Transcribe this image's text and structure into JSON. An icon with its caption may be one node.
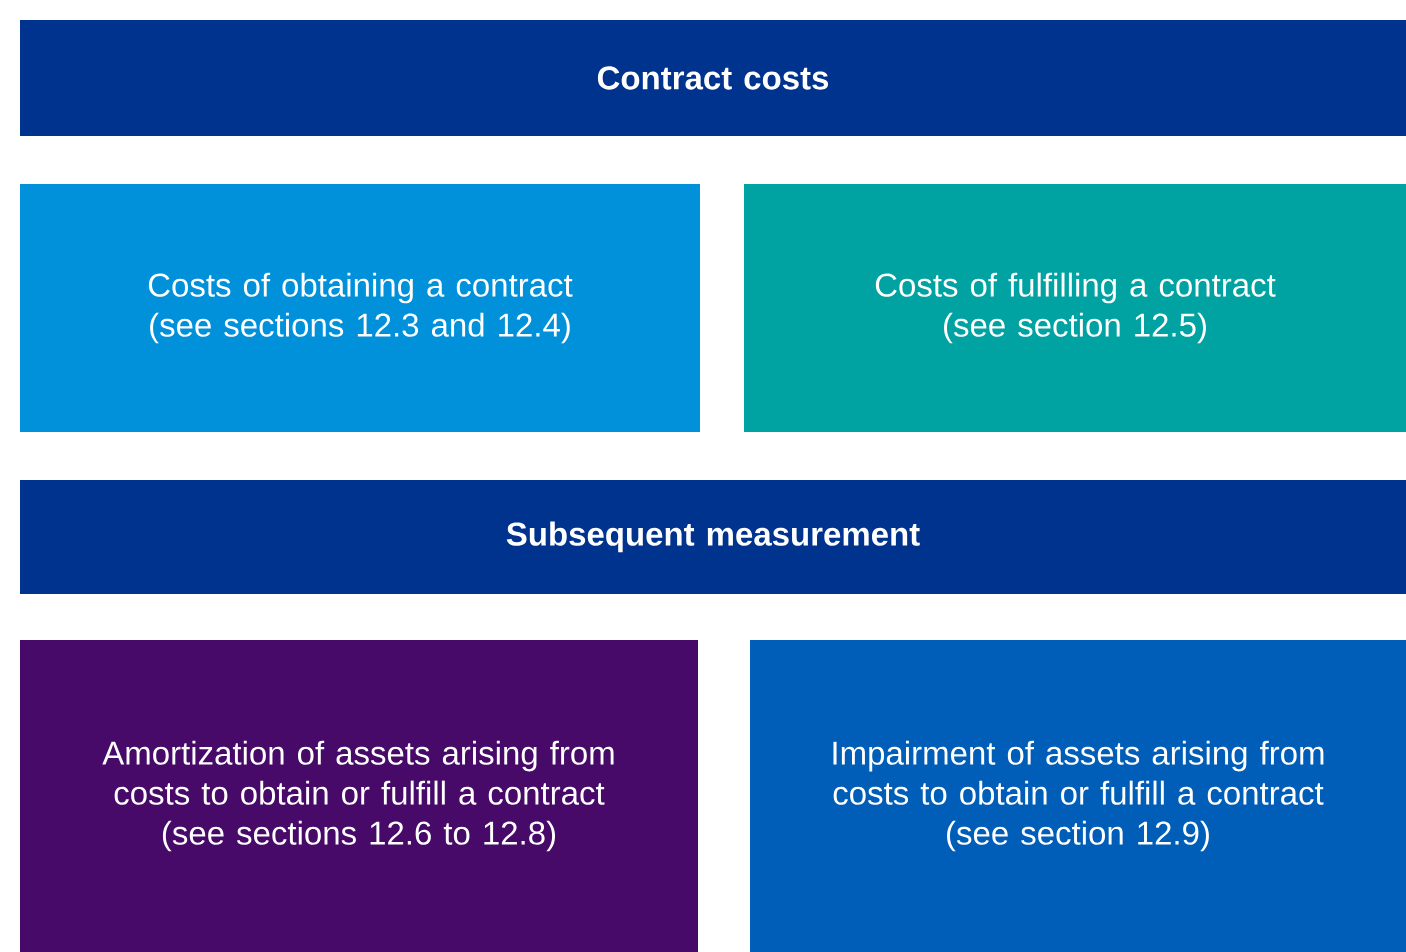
{
  "diagram": {
    "nodes": [
      {
        "text": [
          "Contract costs"
        ]
      },
      {
        "text": [
          "Costs of obtaining a contract",
          "(see sections 12.3 and 12.4)"
        ]
      },
      {
        "text": [
          "Costs of fulfilling a contract",
          "(see section 12.5)"
        ]
      },
      {
        "text": [
          "Subsequent measurement"
        ]
      },
      {
        "text": [
          "Amortization of assets arising from costs to obtain or fulfill a contract",
          "(see sections 12.6 to 12.8)"
        ]
      },
      {
        "text": [
          "Impairment of assets arising from costs to obtain or fulfill a contract",
          "(see section 12.9)"
        ]
      }
    ]
  }
}
